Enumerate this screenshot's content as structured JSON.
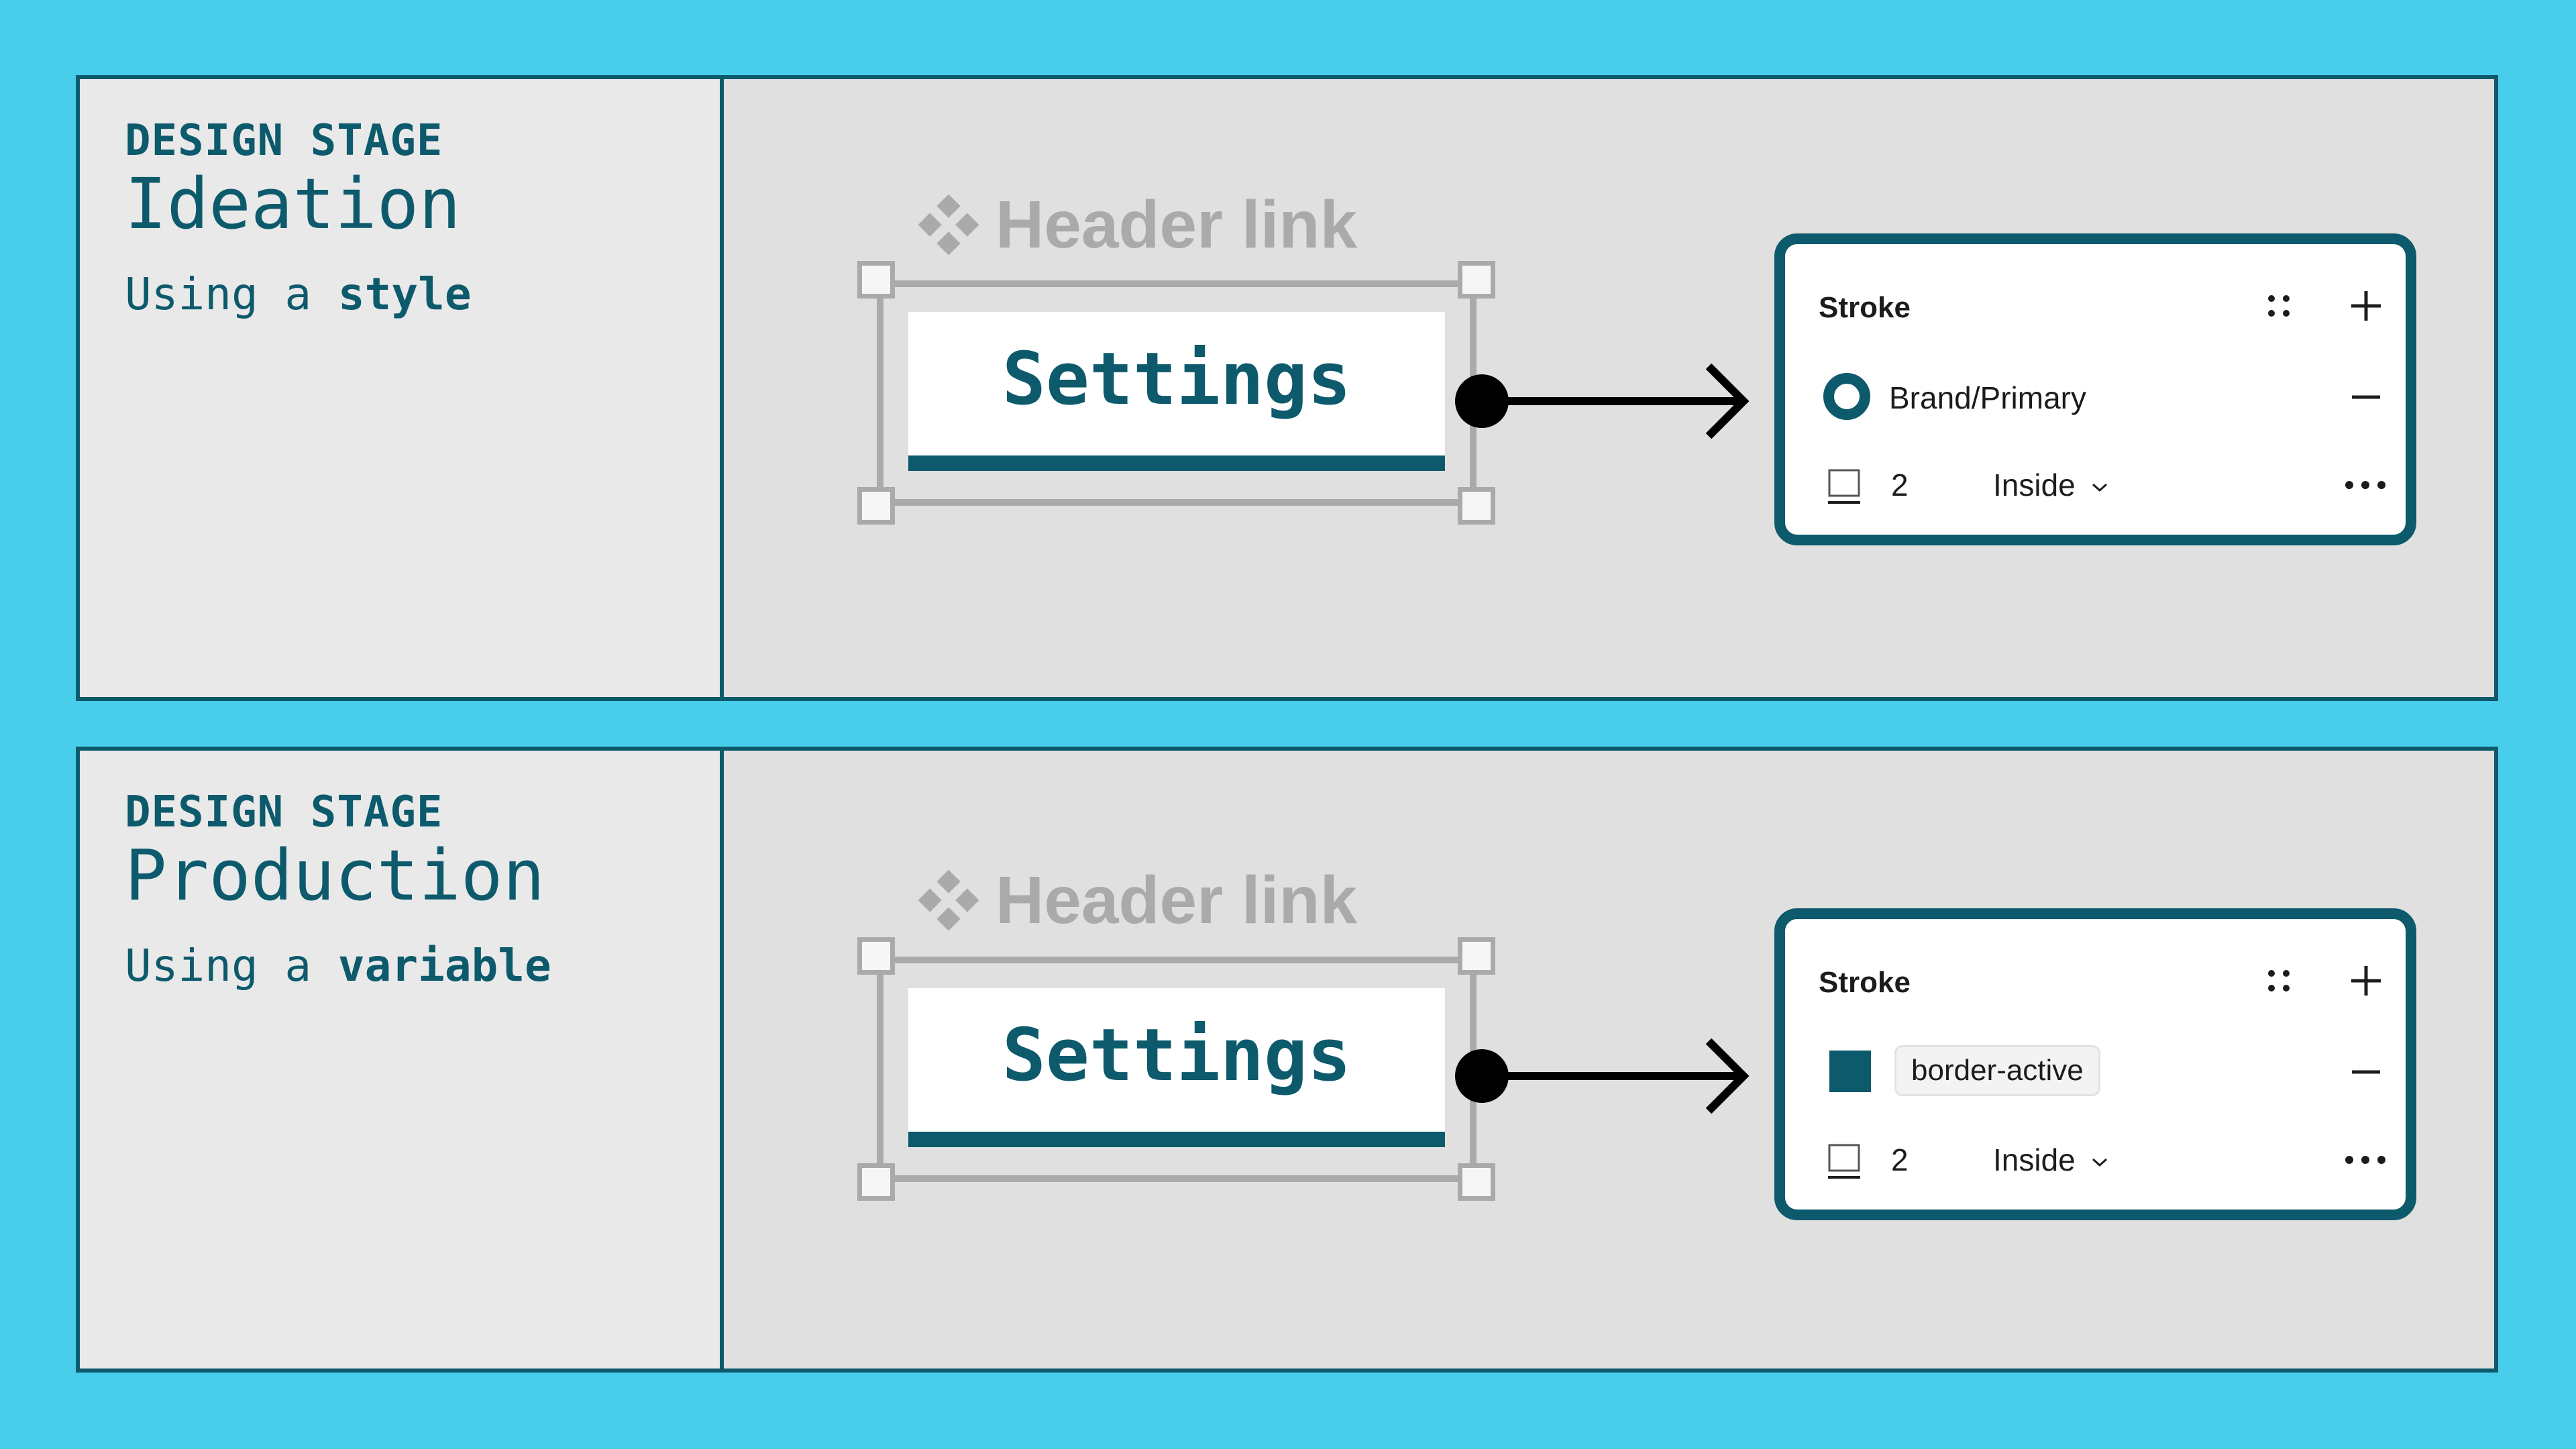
{
  "colors": {
    "background": "#48cdeb",
    "brand": "#0d5a6c",
    "ghost": "#aaaaaa"
  },
  "panels": [
    {
      "eyebrow": "DESIGN STAGE",
      "stage": "Ideation",
      "using_prefix": "Using a ",
      "using_keyword": "style",
      "component_name": "Header link",
      "component_icon": "component-icon",
      "button_label": "Settings",
      "stroke_panel": {
        "title": "Stroke",
        "fill_kind": "style",
        "fill_icon": "style-ring-icon",
        "fill_label": "Brand/Primary",
        "weight": "2",
        "position": "Inside"
      }
    },
    {
      "eyebrow": "DESIGN STAGE",
      "stage": "Production",
      "using_prefix": "Using a ",
      "using_keyword": "variable",
      "component_name": "Header link",
      "component_icon": "component-icon",
      "button_label": "Settings",
      "stroke_panel": {
        "title": "Stroke",
        "fill_kind": "variable",
        "fill_icon": "color-swatch",
        "fill_label": "border-active",
        "weight": "2",
        "position": "Inside"
      }
    }
  ]
}
